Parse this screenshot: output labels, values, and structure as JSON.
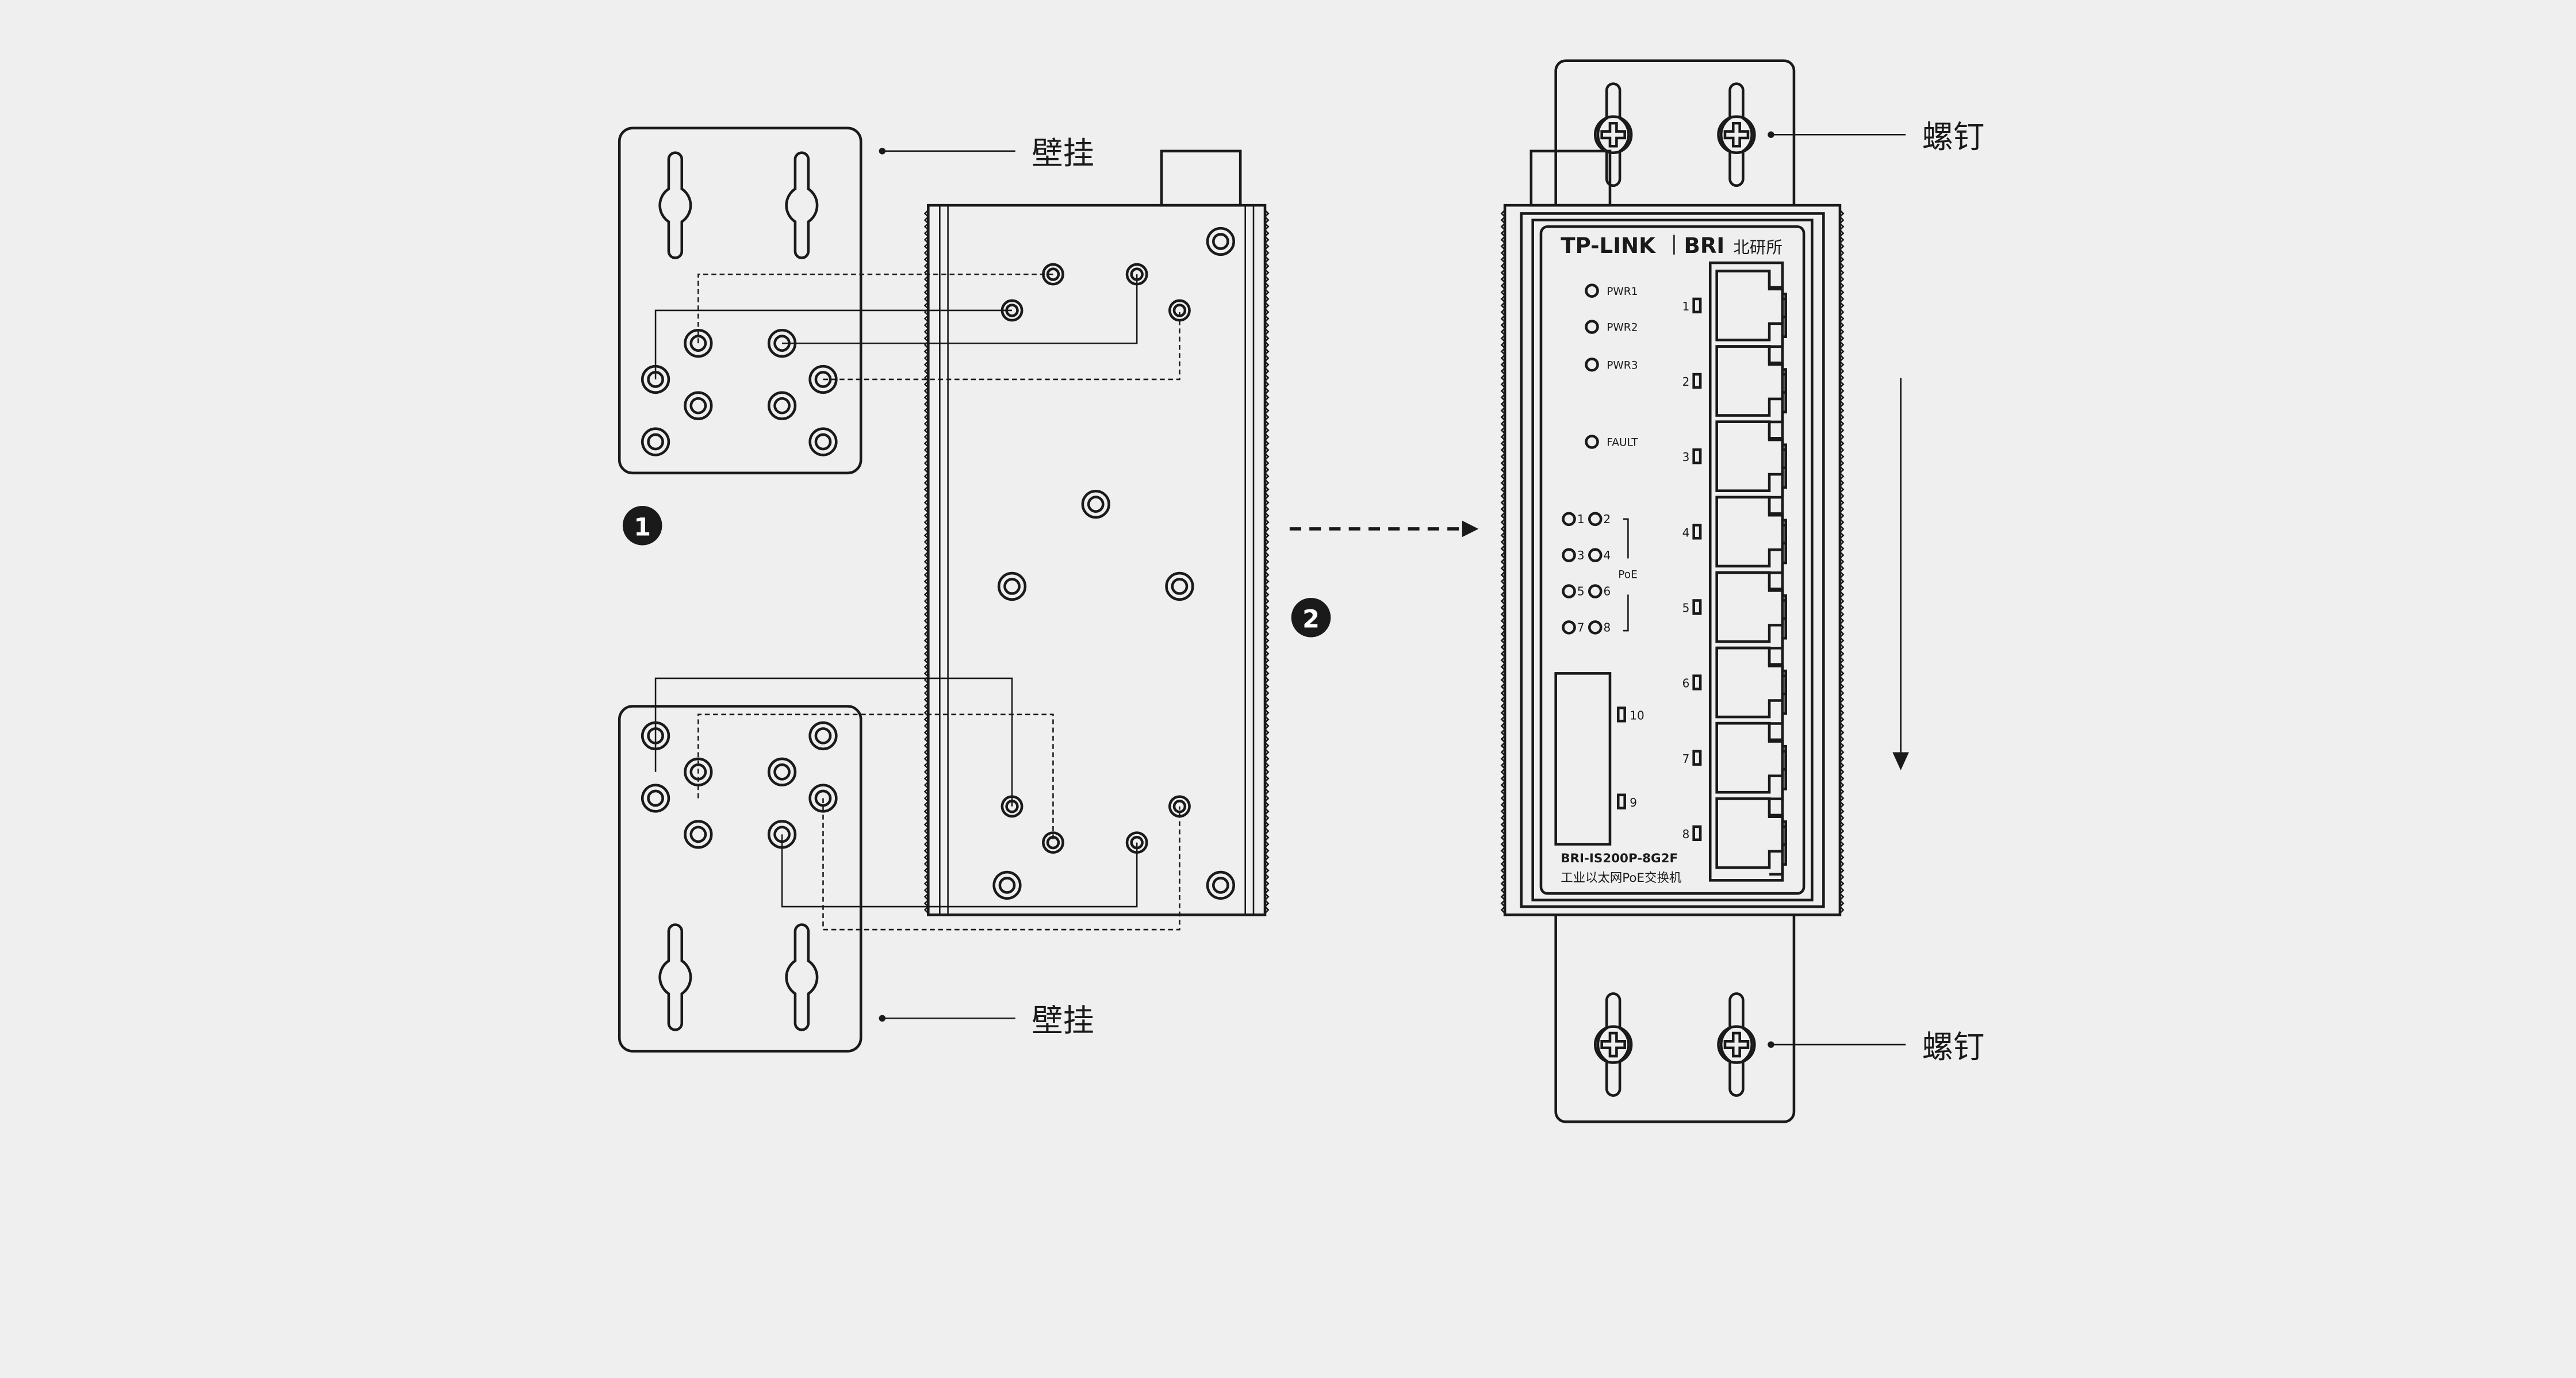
{
  "labels": {
    "wall_mount_top": "壁挂",
    "wall_mount_bottom": "壁挂",
    "screw_top": "螺钉",
    "screw_bottom": "螺钉"
  },
  "steps": {
    "step1": "1",
    "step2": "2"
  },
  "device": {
    "brand": "TP-LINK",
    "sub_brand": "BRI",
    "sub_brand_cn": "北研所",
    "leds": {
      "pwr1": "PWR1",
      "pwr2": "PWR2",
      "pwr3": "PWR3",
      "fault": "FAULT",
      "poe": "PoE"
    },
    "poe_numbers": [
      "1",
      "2",
      "3",
      "4",
      "5",
      "6",
      "7",
      "8"
    ],
    "port_numbers": [
      "1",
      "2",
      "3",
      "4",
      "5",
      "6",
      "7",
      "8"
    ],
    "sfp_numbers": [
      "10",
      "9"
    ],
    "model": "BRI-IS200P-8G2F",
    "description": "工业以太网PoE交换机"
  },
  "colors": {
    "line": "#1a1a1a",
    "background": "#efefef"
  }
}
